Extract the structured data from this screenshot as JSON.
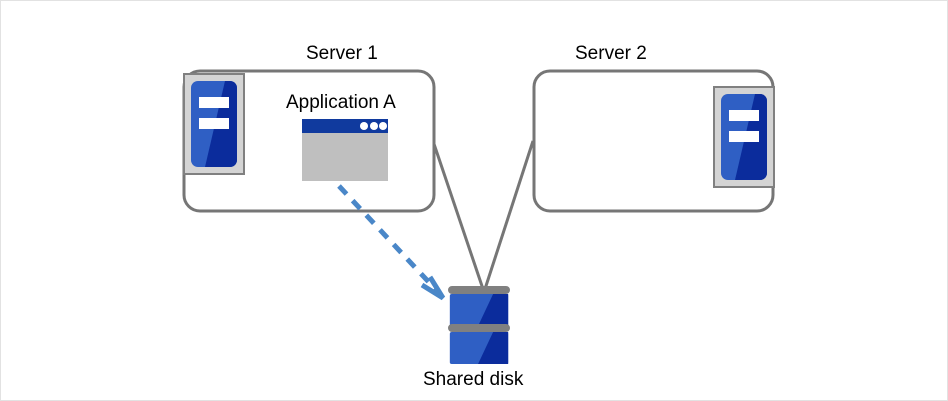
{
  "diagram": {
    "type": "cluster-shared-disk",
    "nodes": {
      "server1": {
        "title": "Server 1",
        "icon": "server-icon",
        "icon_position": "left",
        "contains_application": true
      },
      "server2": {
        "title": "Server 2",
        "icon": "server-icon",
        "icon_position": "right",
        "contains_application": false
      },
      "application": {
        "title": "Application A",
        "icon": "application-window-icon",
        "window_dots": 3
      },
      "shared_disk": {
        "title": "Shared disk",
        "icon": "disk-stack-icon",
        "platters": 2
      }
    },
    "connectors": [
      {
        "name": "server1-to-disk",
        "style": "solid",
        "color": "#767676"
      },
      {
        "name": "server2-to-disk",
        "style": "solid",
        "color": "#767676"
      },
      {
        "name": "application-to-disk",
        "style": "dashed",
        "color": "#4a87c8",
        "arrow": "open"
      }
    ],
    "colors": {
      "frame_border": "#e2e2e2",
      "box_border": "#767676",
      "connector": "#767676",
      "dashed_arrow": "#4a87c8",
      "icon_blue_light": "#2f5fc4",
      "icon_blue_dark": "#0b2c9c",
      "icon_frame_gray": "#d4d4d4",
      "icon_frame_border": "#808080",
      "window_titlebar": "#103a9e",
      "window_body": "#bfbfbf",
      "disk_separator": "#808080",
      "text": "#000000"
    }
  }
}
